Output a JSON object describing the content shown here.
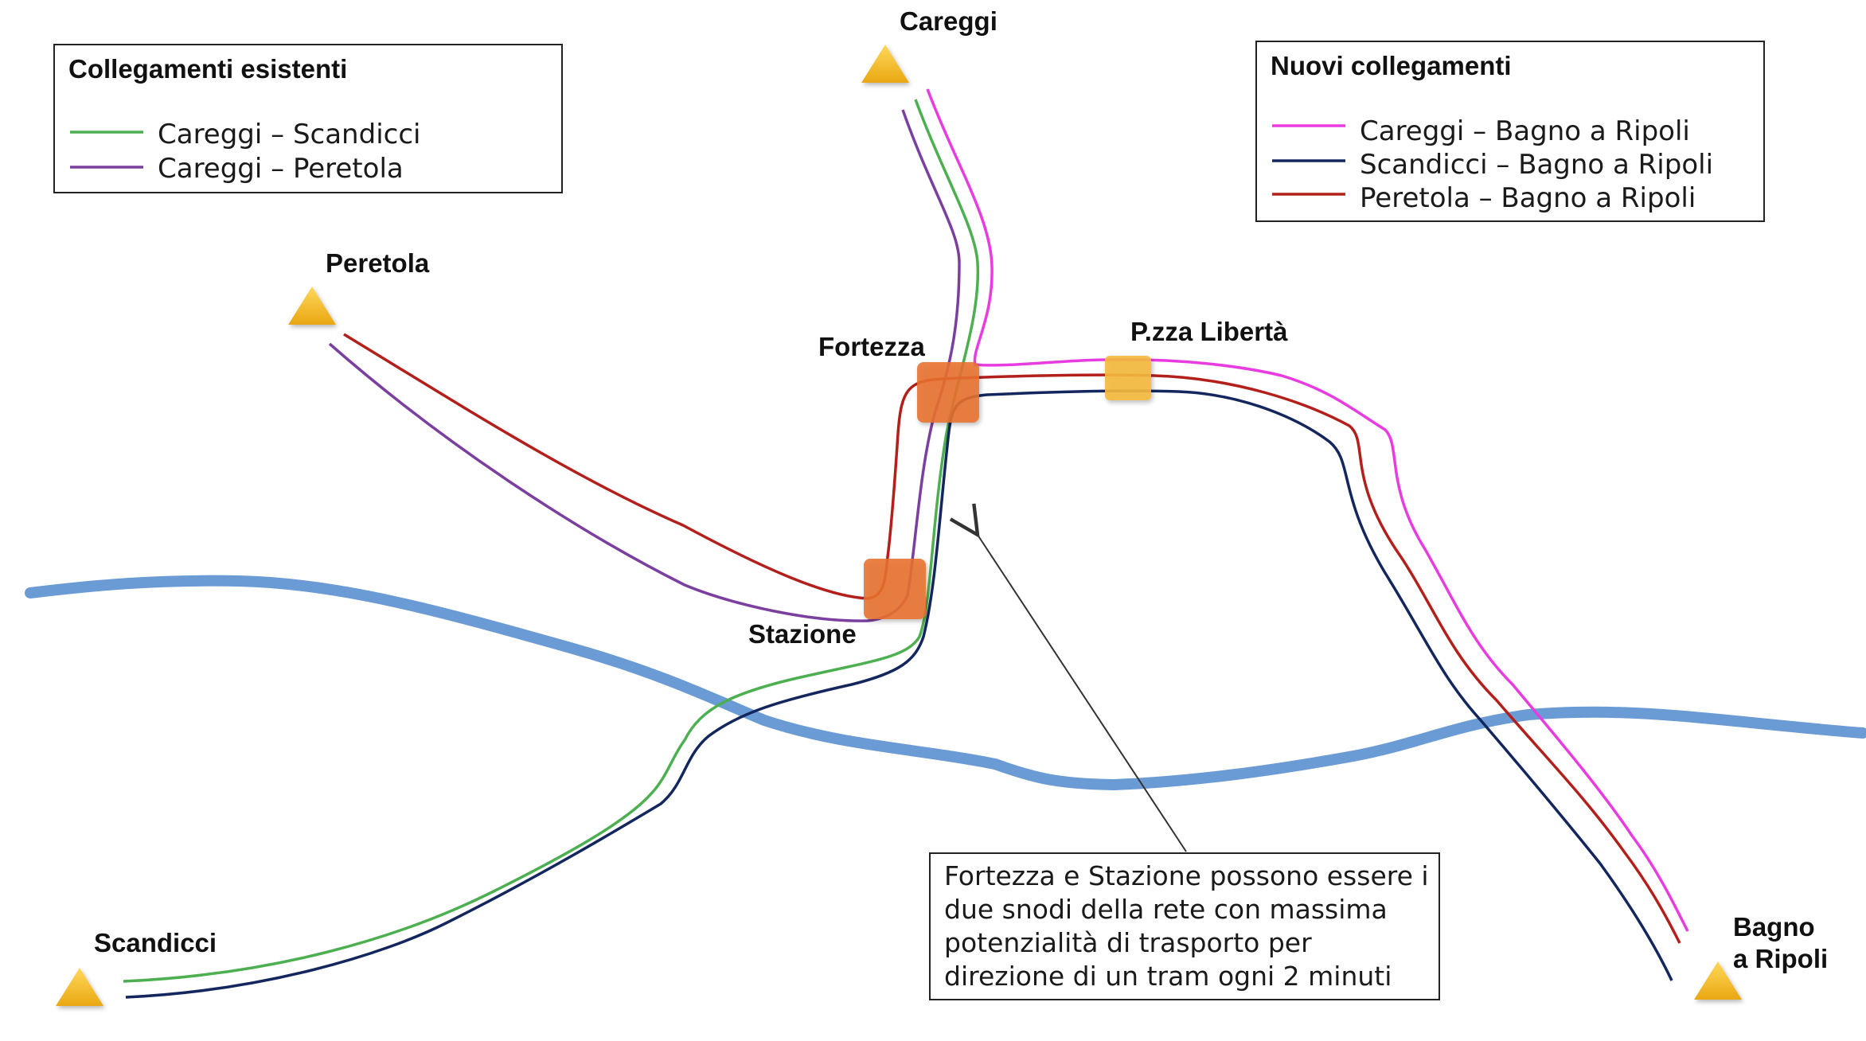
{
  "legend_existing": {
    "title": "Collegamenti esistenti",
    "items": [
      {
        "label": "Careggi – Scandicci",
        "color": "#4caf50"
      },
      {
        "label": "Careggi – Peretola",
        "color": "#7b3fa0"
      }
    ]
  },
  "legend_new": {
    "title": "Nuovi collegamenti",
    "items": [
      {
        "label": "Careggi – Bagno a Ripoli",
        "color": "#e83ce0"
      },
      {
        "label": "Scandicci – Bagno a Ripoli",
        "color": "#13265e"
      },
      {
        "label": "Peretola – Bagno a Ripoli",
        "color": "#b3201c"
      }
    ]
  },
  "terminals": {
    "careggi": "Careggi",
    "peretola": "Peretola",
    "scandicci": "Scandicci",
    "bagno_a_ripoli_line1": "Bagno",
    "bagno_a_ripoli_line2": "a Ripoli"
  },
  "stops": {
    "fortezza": "Fortezza",
    "stazione": "Stazione",
    "piazza_liberta": "P.zza Libertà"
  },
  "note": {
    "lines": [
      "Fortezza e Stazione possono essere i",
      "due snodi della rete con massima",
      "potenzialità di trasporto per",
      "direzione di un tram ogni 2 minuti"
    ]
  },
  "colors": {
    "river": "#6a9bd5",
    "hub": "#e8712f",
    "stop": "#f5b93e",
    "terminal": "#f2b824"
  }
}
